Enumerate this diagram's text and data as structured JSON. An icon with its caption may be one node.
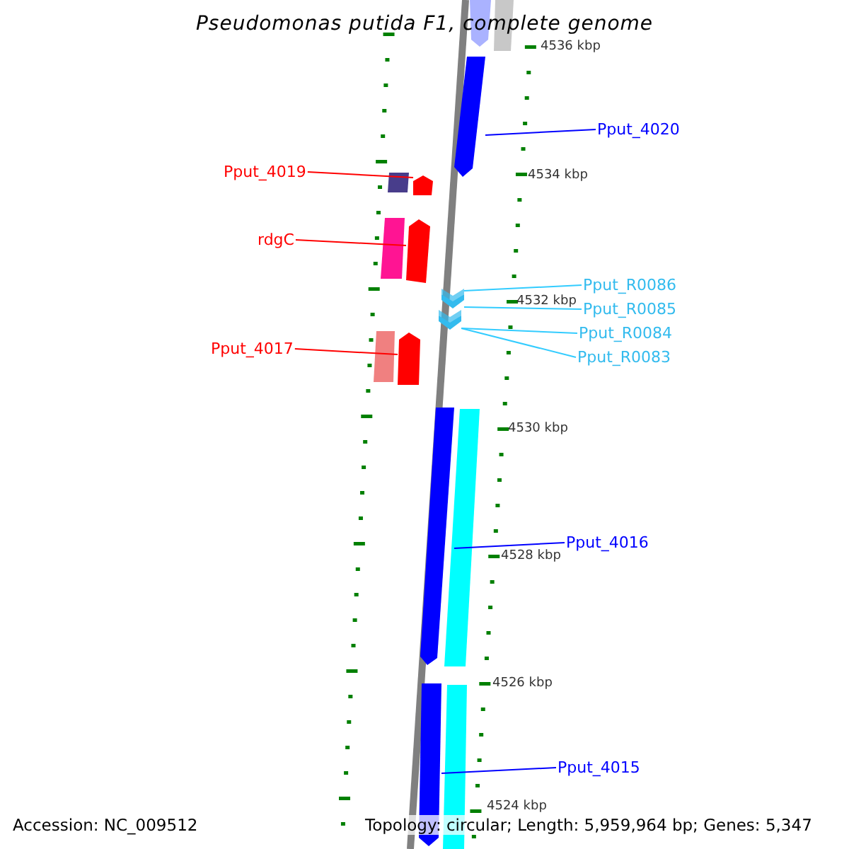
{
  "diagram": {
    "title": "Pseudomonas putida F1, complete genome",
    "nodes": [
      {
        "text": [
          "Pput_4020"
        ]
      },
      {
        "text": [],
        "shape": "arrow"
      },
      {
        "text": [
          "Pput_4019"
        ]
      },
      {
        "text": [],
        "shape": "arrow"
      },
      {
        "text": [
          "rdgC"
        ]
      },
      {
        "text": [],
        "shape": "arrow"
      },
      {
        "text": [
          "Pput_R0086"
        ]
      },
      {
        "text": [
          "Pput_R0085"
        ]
      },
      {
        "text": [],
        "shape": "chevron"
      },
      {
        "text": [
          "Pput_R0084"
        ]
      },
      {
        "text": [
          "Pput_R0083"
        ]
      },
      {
        "text": [],
        "shape": "chevron"
      },
      {
        "text": [
          "Pput_4017"
        ]
      },
      {
        "text": [],
        "shape": "arrow"
      },
      {
        "text": [
          "Pput_4016"
        ]
      },
      {
        "text": [],
        "shape": "arrow"
      },
      {
        "text": [
          "Pput_4015"
        ]
      },
      {
        "text": [],
        "shape": "arrow"
      }
    ],
    "edges": [
      {
        "from": 0,
        "to": 1,
        "arrow": "none",
        "color": "#0000ff"
      },
      {
        "from": 2,
        "to": 3,
        "arrow": "none",
        "color": "#ff0000"
      },
      {
        "from": 4,
        "to": 5,
        "arrow": "none",
        "color": "#ff0000"
      },
      {
        "from": 6,
        "to": 8,
        "arrow": "none",
        "color": "#33ccff"
      },
      {
        "from": 7,
        "to": 8,
        "arrow": "none",
        "color": "#33ccff"
      },
      {
        "from": 9,
        "to": 11,
        "arrow": "none",
        "color": "#33ccff"
      },
      {
        "from": 10,
        "to": 11,
        "arrow": "none",
        "color": "#33ccff"
      },
      {
        "from": 12,
        "to": 13,
        "arrow": "none",
        "color": "#ff0000"
      },
      {
        "from": 14,
        "to": 15,
        "arrow": "none",
        "color": "#0000ff"
      },
      {
        "from": 16,
        "to": 17,
        "arrow": "none",
        "color": "#0000ff"
      }
    ],
    "labels": [
      "4536 kbp",
      "4534 kbp",
      "4532 kbp",
      "4530 kbp",
      "4528 kbp",
      "4526 kbp",
      "4524 kbp",
      "Accession: NC_009512",
      "Topology: circular; Length: 5,959,964 bp; Genes: 5,347"
    ]
  }
}
